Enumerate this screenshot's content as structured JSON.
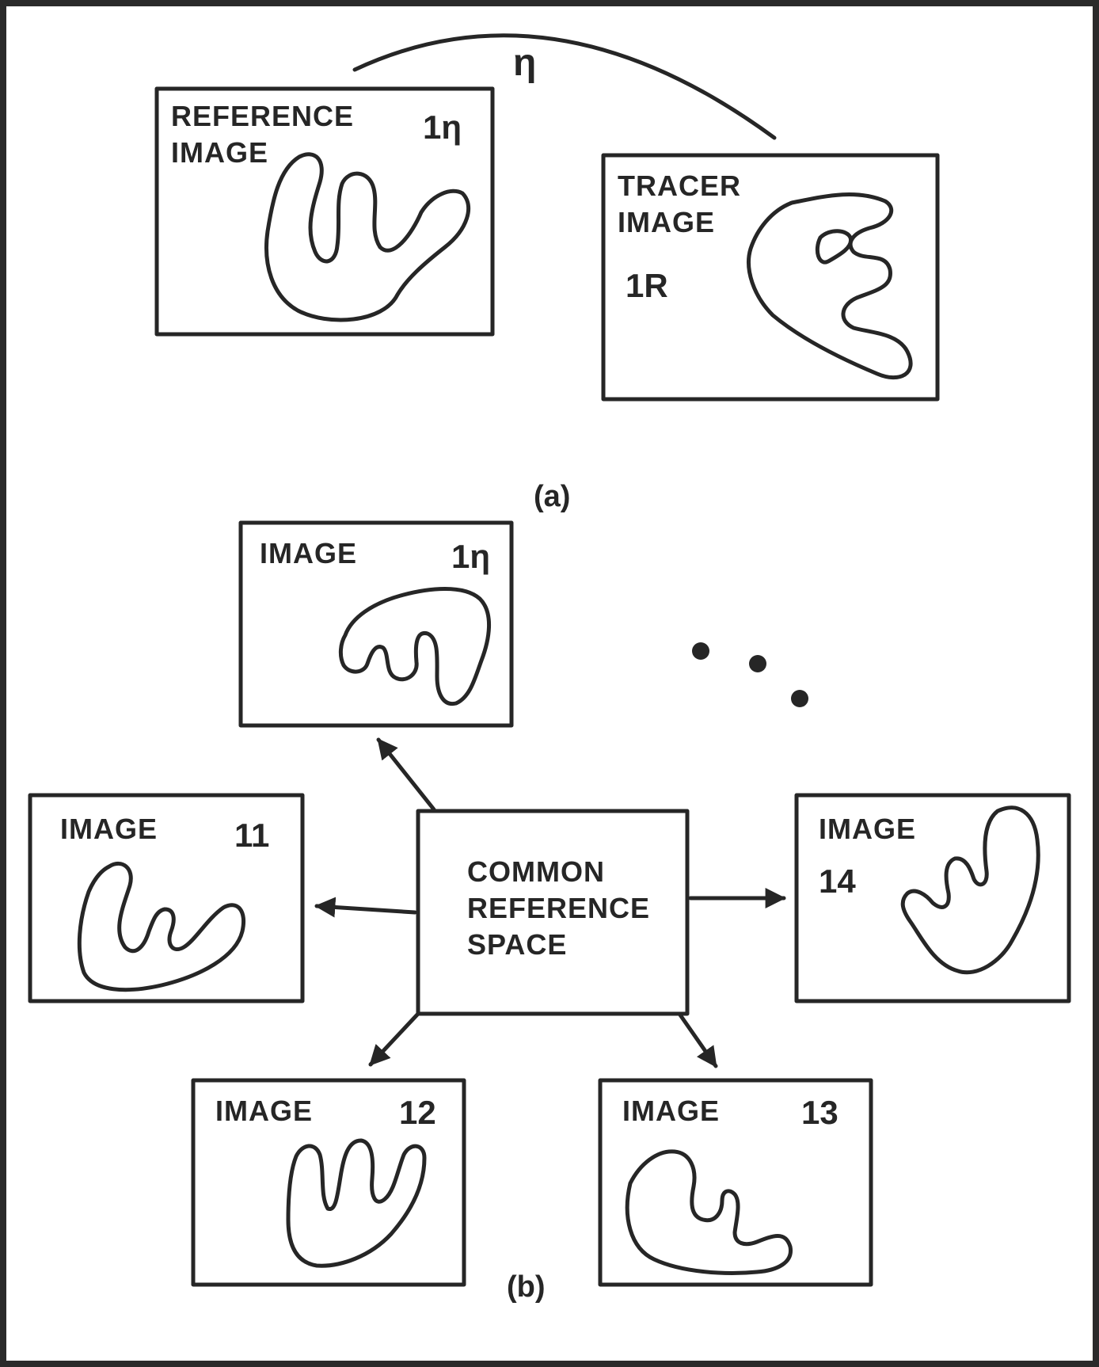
{
  "figure": {
    "part_a": {
      "caption": "(a)",
      "transform_label": "η",
      "reference": {
        "name": "REFERENCE\nIMAGE",
        "id": "1η"
      },
      "tracer": {
        "name": "TRACER\nIMAGE",
        "id": "1R"
      }
    },
    "part_b": {
      "caption": "(b)",
      "center": {
        "name": "COMMON\nREFERENCE\nSPACE"
      },
      "images": {
        "top": {
          "name": "IMAGE",
          "id": "1η"
        },
        "left": {
          "name": "IMAGE",
          "id": "11"
        },
        "right": {
          "name": "IMAGE",
          "id": "14"
        },
        "bl": {
          "name": "IMAGE",
          "id": "12"
        },
        "br": {
          "name": "IMAGE",
          "id": "13"
        }
      }
    }
  }
}
